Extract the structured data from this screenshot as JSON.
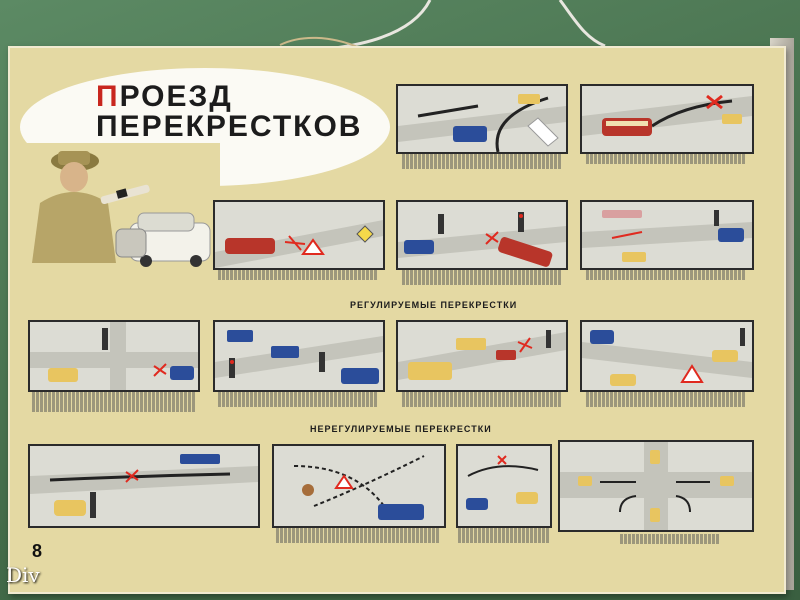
{
  "poster": {
    "title_first_letter": "П",
    "title_line1_rest": "РОЕЗД",
    "title_line2": "ПЕРЕКРЕСТКОВ",
    "section_regulated": "РЕГУЛИРУЕМЫЕ ПЕРЕКРЕСТКИ",
    "section_unregulated": "НЕРЕГУЛИРУЕМЫЕ ПЕРЕКРЕСТКИ",
    "page_number": "8"
  },
  "watermark": "Div",
  "colors": {
    "wall": "#4f7a55",
    "poster_bg": "#e4d9a3",
    "title_accent": "#c8261e",
    "car_blue": "#2b4d9a",
    "car_yellow": "#e8c560",
    "tram_red": "#b8352a",
    "sign_red": "#e02a1f",
    "road": "#cfcfc6"
  }
}
